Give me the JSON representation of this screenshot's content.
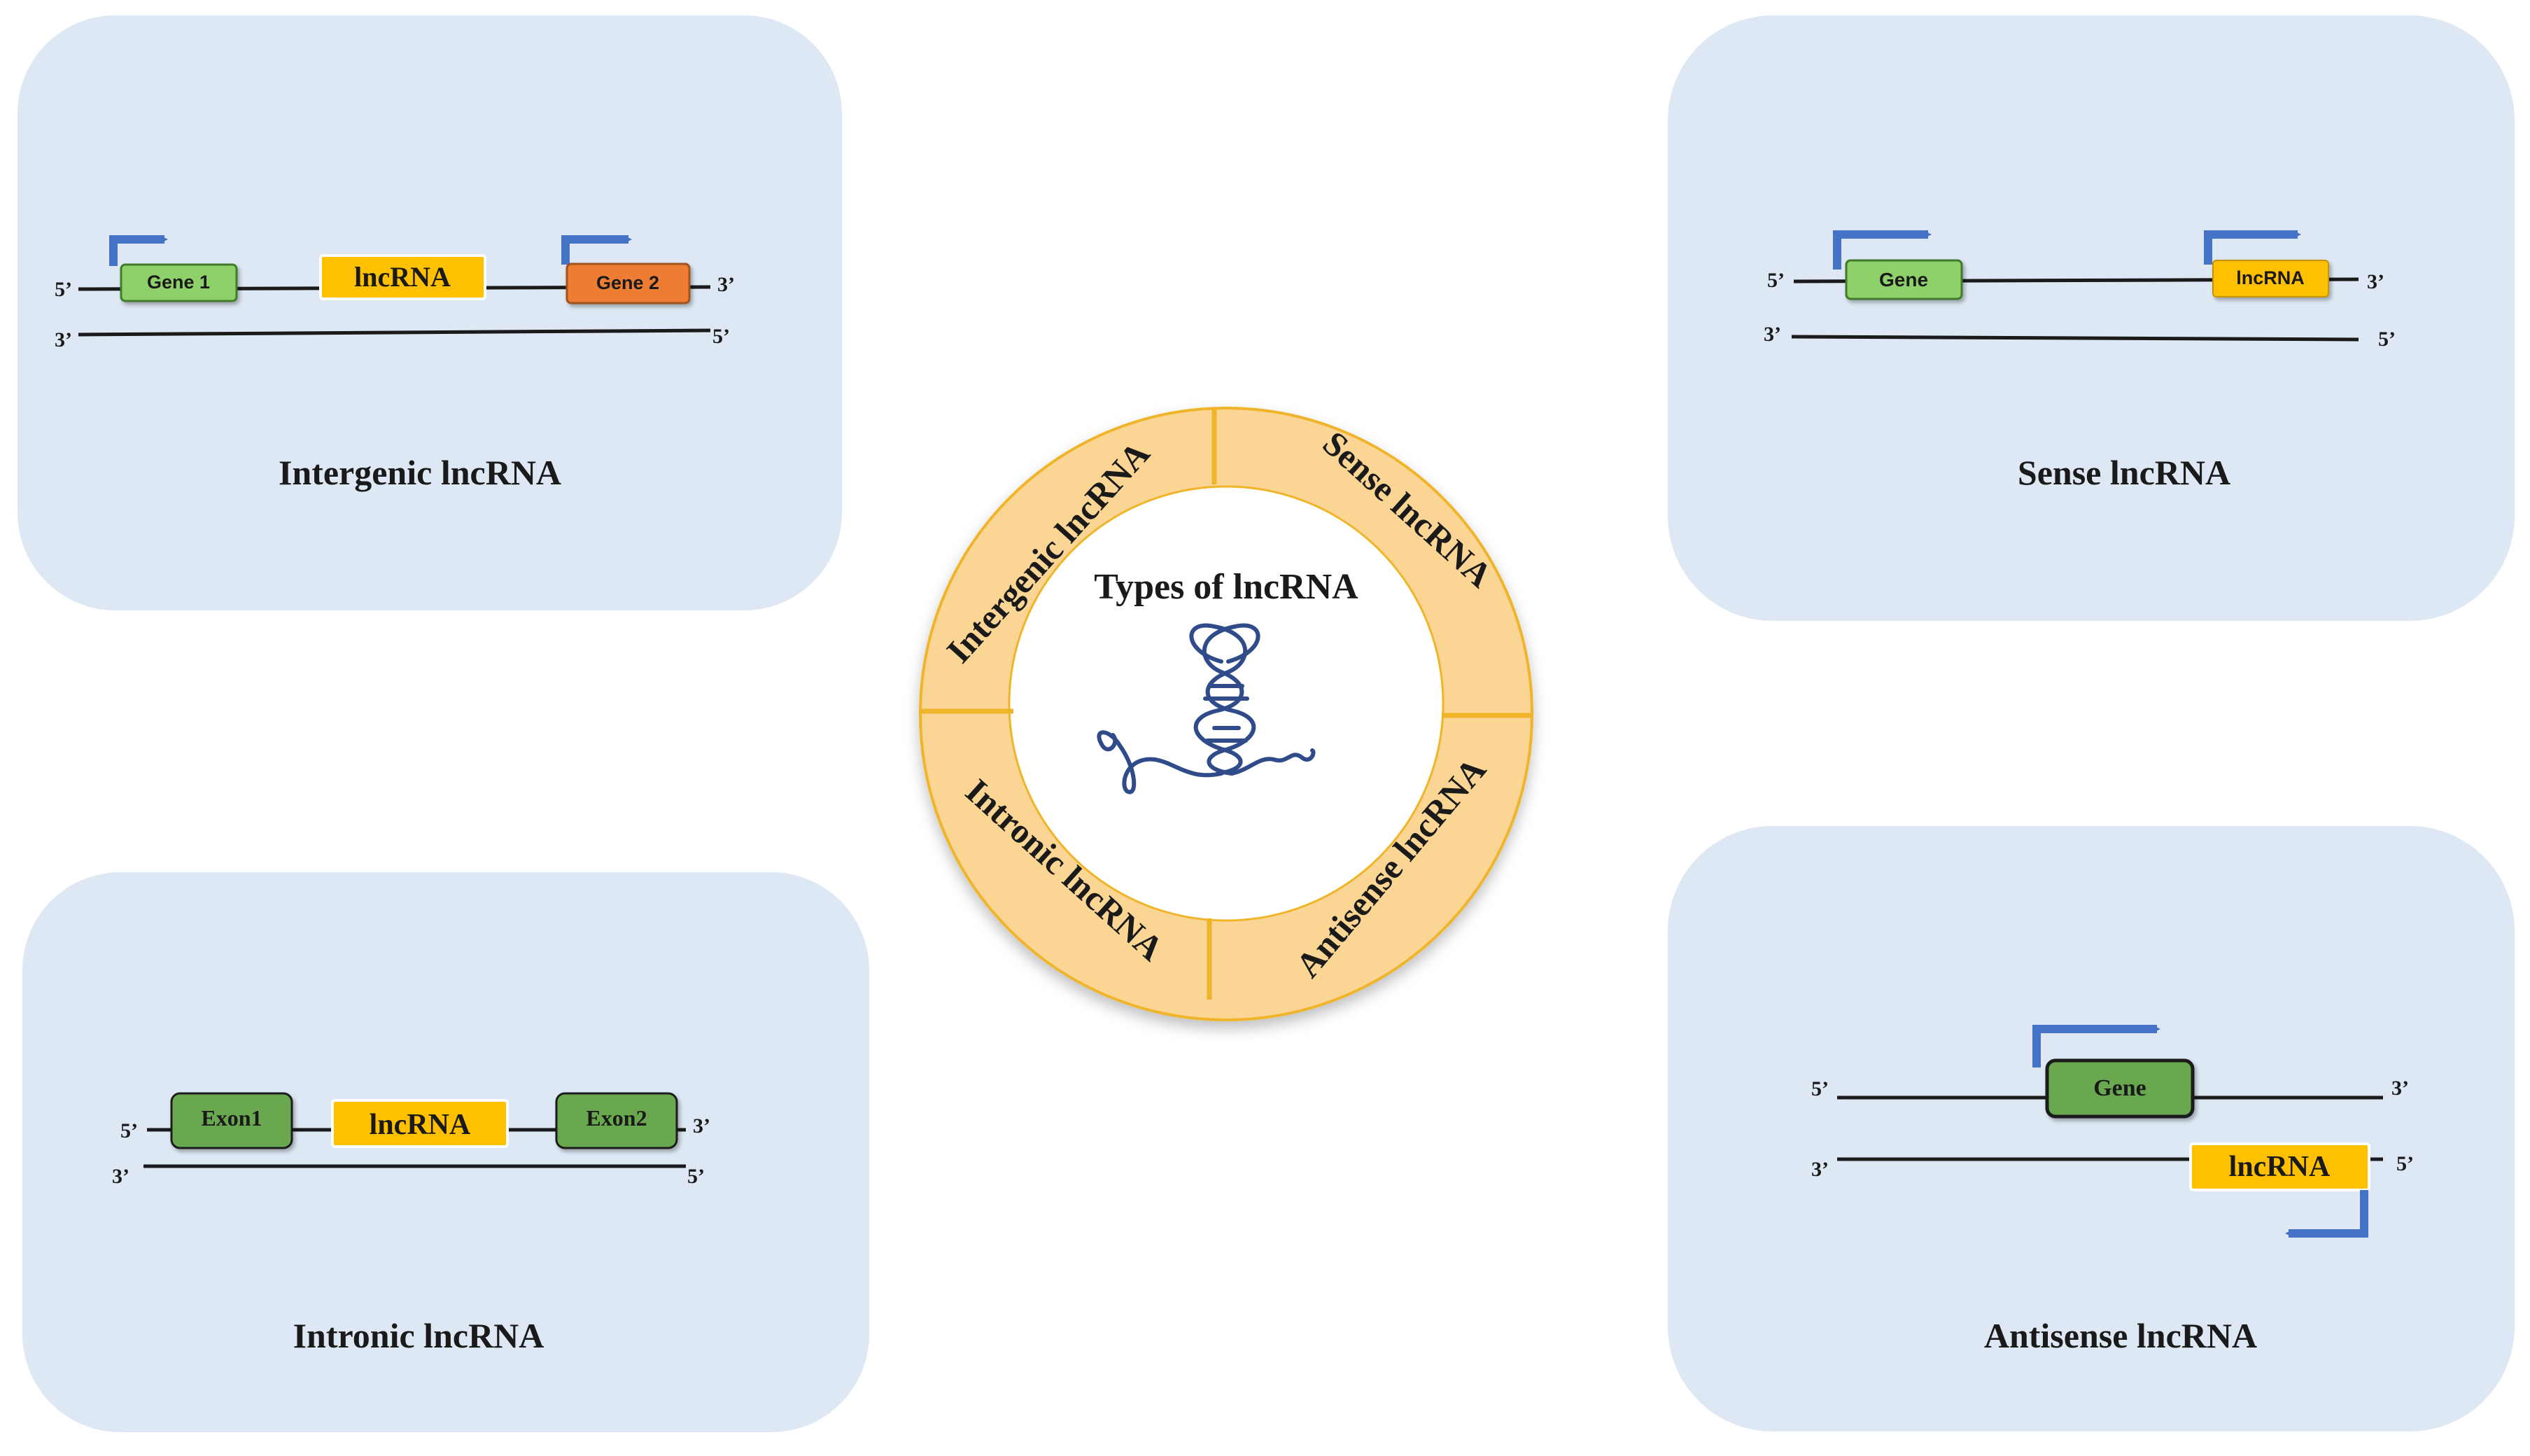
{
  "colors": {
    "panel_bg": "#dde8f4",
    "ring": "#fbd594",
    "ring_divider": "#f0b429",
    "gene_green_light": "#8ed16a",
    "gene_green_dark": "#6aa84f",
    "gene_orange": "#ed7d31",
    "lncrna_yellow": "#ffc000",
    "arrow_blue": "#4472c4",
    "dna_blue": "#2f4b8a"
  },
  "center": {
    "title": "Types of lncRNA",
    "icon": "dna-helix-icon",
    "segments": {
      "intergenic": "Intergenic lncRNA",
      "sense": "Sense lncRNA",
      "antisense": "Antisense lncRNA",
      "intronic": "Intronic lncRNA"
    }
  },
  "panels": {
    "intergenic": {
      "title": "Intergenic lncRNA",
      "gene1": "Gene 1",
      "lncrna": "lncRNA",
      "gene2": "Gene 2",
      "top_left": "5’",
      "top_right": "3’",
      "bottom_left": "3’",
      "bottom_right": "5’"
    },
    "sense": {
      "title": "Sense lncRNA",
      "gene": "Gene",
      "lncrna": "lncRNA",
      "top_left": "5’",
      "top_right": "3’",
      "bottom_left": "3’",
      "bottom_right": "5’"
    },
    "intronic": {
      "title": "Intronic lncRNA",
      "exon1": "Exon1",
      "lncrna": "lncRNA",
      "exon2": "Exon2",
      "top_left": "5’",
      "top_right": "3’",
      "bottom_left": "3’",
      "bottom_right": "5’"
    },
    "antisense": {
      "title": "Antisense lncRNA",
      "gene": "Gene",
      "lncrna": "lncRNA",
      "top_left": "5’",
      "top_right": "3’",
      "bottom_left": "3’",
      "bottom_right": "5’"
    }
  }
}
